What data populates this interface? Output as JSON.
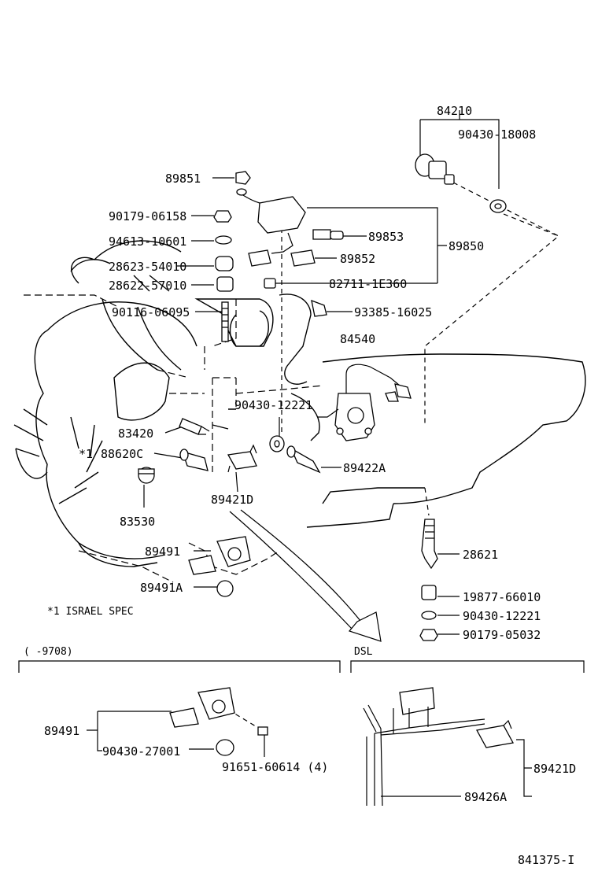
{
  "diagram": {
    "callouts": {
      "p84210": "84210",
      "p90430_18008": "90430-18008",
      "p89851": "89851",
      "p90179_06158": "90179-06158",
      "p94613_10601": "94613-10601",
      "p28623_54010": "28623-54010",
      "p28622_57010": "28622-57010",
      "p90116_06095": "90116-06095",
      "p89853": "89853",
      "p89850": "89850",
      "p89852": "89852",
      "p82711": "82711-1E360",
      "p93385": "93385-16025",
      "p84540": "84540",
      "p90430_12221a": "90430-12221",
      "p83420": "83420",
      "p88620c": "88620C",
      "p88620c_mark": "*1",
      "p89422a": "89422A",
      "p89421d": "89421D",
      "p83530": "83530",
      "p89491": "89491",
      "p89491a": "89491A",
      "p28621": "28621",
      "p19877": "19877-66010",
      "p90430_12221b": "90430-12221",
      "p90179_05032": "90179-05032",
      "p89491_b": "89491",
      "p90430_27001": "90430-27001",
      "p91651": "91651-60614 (4)",
      "p89421d_b": "89421D",
      "p89426a": "89426A"
    },
    "footnote": "*1 ISRAEL SPEC",
    "section_left_label": "(      -9708)",
    "section_right_label": "DSL",
    "figure_number": "841375-I"
  }
}
